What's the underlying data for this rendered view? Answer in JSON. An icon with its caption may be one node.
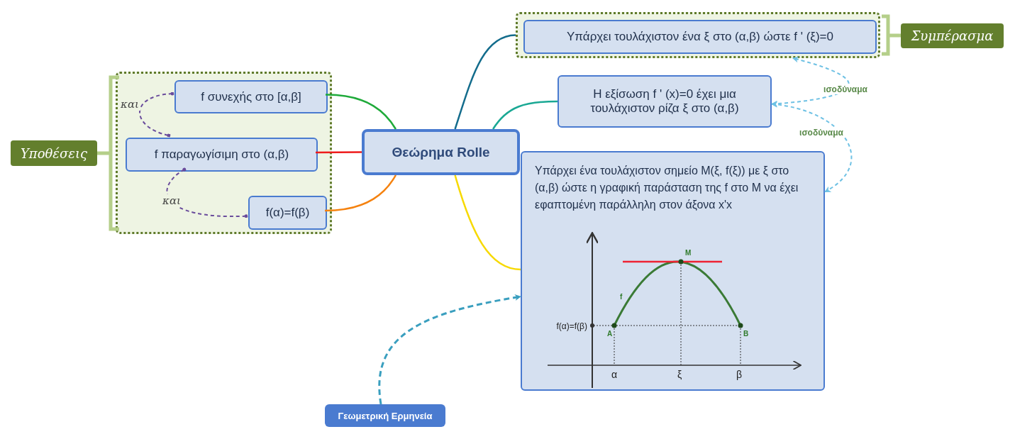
{
  "diagram": {
    "nodes": [
      {
        "text": [
          "Υποθέσεις"
        ]
      },
      {
        "text": [],
        "shape": "box"
      },
      {
        "text": [
          "f συνεχής στο [α,β]"
        ],
        "in": 1
      },
      {
        "text": [
          "f παραγωγίσιμη στο (α,β)"
        ],
        "in": 1
      },
      {
        "text": [
          "f(α)=f(β)"
        ],
        "in": 1
      },
      {
        "text": [
          "Θεώρημα Rolle"
        ]
      },
      {
        "text": [],
        "shape": "box"
      },
      {
        "text": [
          "Υπάρχει τουλάχιστον ένα ξ στο (α,β) ώστε f ' (ξ)=0"
        ],
        "in": 6
      },
      {
        "text": [
          "Συμπέρασμα"
        ]
      },
      {
        "text": [
          "Η εξίσωση f ' (x)=0 έχει μια τουλάχιστον ρίζα ξ στο (α,β)"
        ]
      },
      {
        "text": [
          "Υπάρχει ένα τουλάχιστον σημείο Μ(ξ, f(ξ)) με ξ στο (α,β) ώστε η γραφική παράσταση της f στο Μ να έχει εφαπτομένη παράλληλη στον άξονα x'x"
        ]
      },
      {
        "text": [
          "Γεωμετρική Ερμηνεία"
        ]
      }
    ],
    "edges": [
      {
        "from": 2,
        "to": 5,
        "arrow": "none",
        "color": "#1faa3a"
      },
      {
        "from": 3,
        "to": 5,
        "arrow": "none",
        "color": "#ee1c1c"
      },
      {
        "from": 4,
        "to": 5,
        "arrow": "none",
        "color": "#f5820f"
      },
      {
        "from": 5,
        "to": 6,
        "arrow": "none",
        "color": "#136c8c"
      },
      {
        "from": 5,
        "to": 9,
        "arrow": "none",
        "color": "#1aa894"
      },
      {
        "from": 5,
        "to": 10,
        "arrow": "none",
        "color": "#f7d900"
      },
      {
        "from": 2,
        "to": 3,
        "arrow": "other",
        "label": "και",
        "style": "dashed",
        "color": "#6a4c9c"
      },
      {
        "from": 3,
        "to": 4,
        "arrow": "other",
        "label": "και",
        "style": "dashed",
        "color": "#6a4c9c"
      },
      {
        "from": 9,
        "to": 6,
        "arrow": "both",
        "label": "ισοδύναμα",
        "style": "dashed",
        "color": "#6ec1e4"
      },
      {
        "from": 9,
        "to": 10,
        "arrow": "both",
        "label": "ισοδύναμα",
        "style": "dashed",
        "color": "#6ec1e4"
      },
      {
        "from": 11,
        "to": 10,
        "arrow": "to",
        "style": "dashed",
        "color": "#3a9fbf"
      }
    ],
    "labels": [
      "Μ",
      "f",
      "f(α)=f(β)",
      "Α",
      "Β",
      "α",
      "ξ",
      "β"
    ]
  }
}
